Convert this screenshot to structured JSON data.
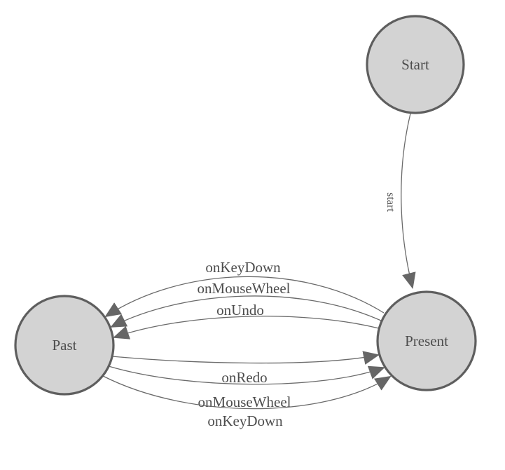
{
  "diagram": {
    "kind": "state-machine-diagram",
    "colors": {
      "background": "#ffffff",
      "node_fill": "#d3d3d3",
      "node_stroke": "#5e5e5e",
      "edge_stroke": "#6a6a6a",
      "arrowhead_fill": "#666666",
      "label_text": "#4d4d4d"
    },
    "nodes": [
      {
        "id": "start",
        "label": "Start"
      },
      {
        "id": "present",
        "label": "Present"
      },
      {
        "id": "past",
        "label": "Past"
      }
    ],
    "edges": [
      {
        "from": "Start",
        "to": "Present",
        "label": "start"
      },
      {
        "from": "Present",
        "to": "Past",
        "label": "onKeyDown"
      },
      {
        "from": "Present",
        "to": "Past",
        "label": "onMouseWheel"
      },
      {
        "from": "Present",
        "to": "Past",
        "label": "onUndo"
      },
      {
        "from": "Past",
        "to": "Present",
        "label": "onRedo"
      },
      {
        "from": "Past",
        "to": "Present",
        "label": "onMouseWheel"
      },
      {
        "from": "Past",
        "to": "Present",
        "label": "onKeyDown"
      }
    ]
  }
}
